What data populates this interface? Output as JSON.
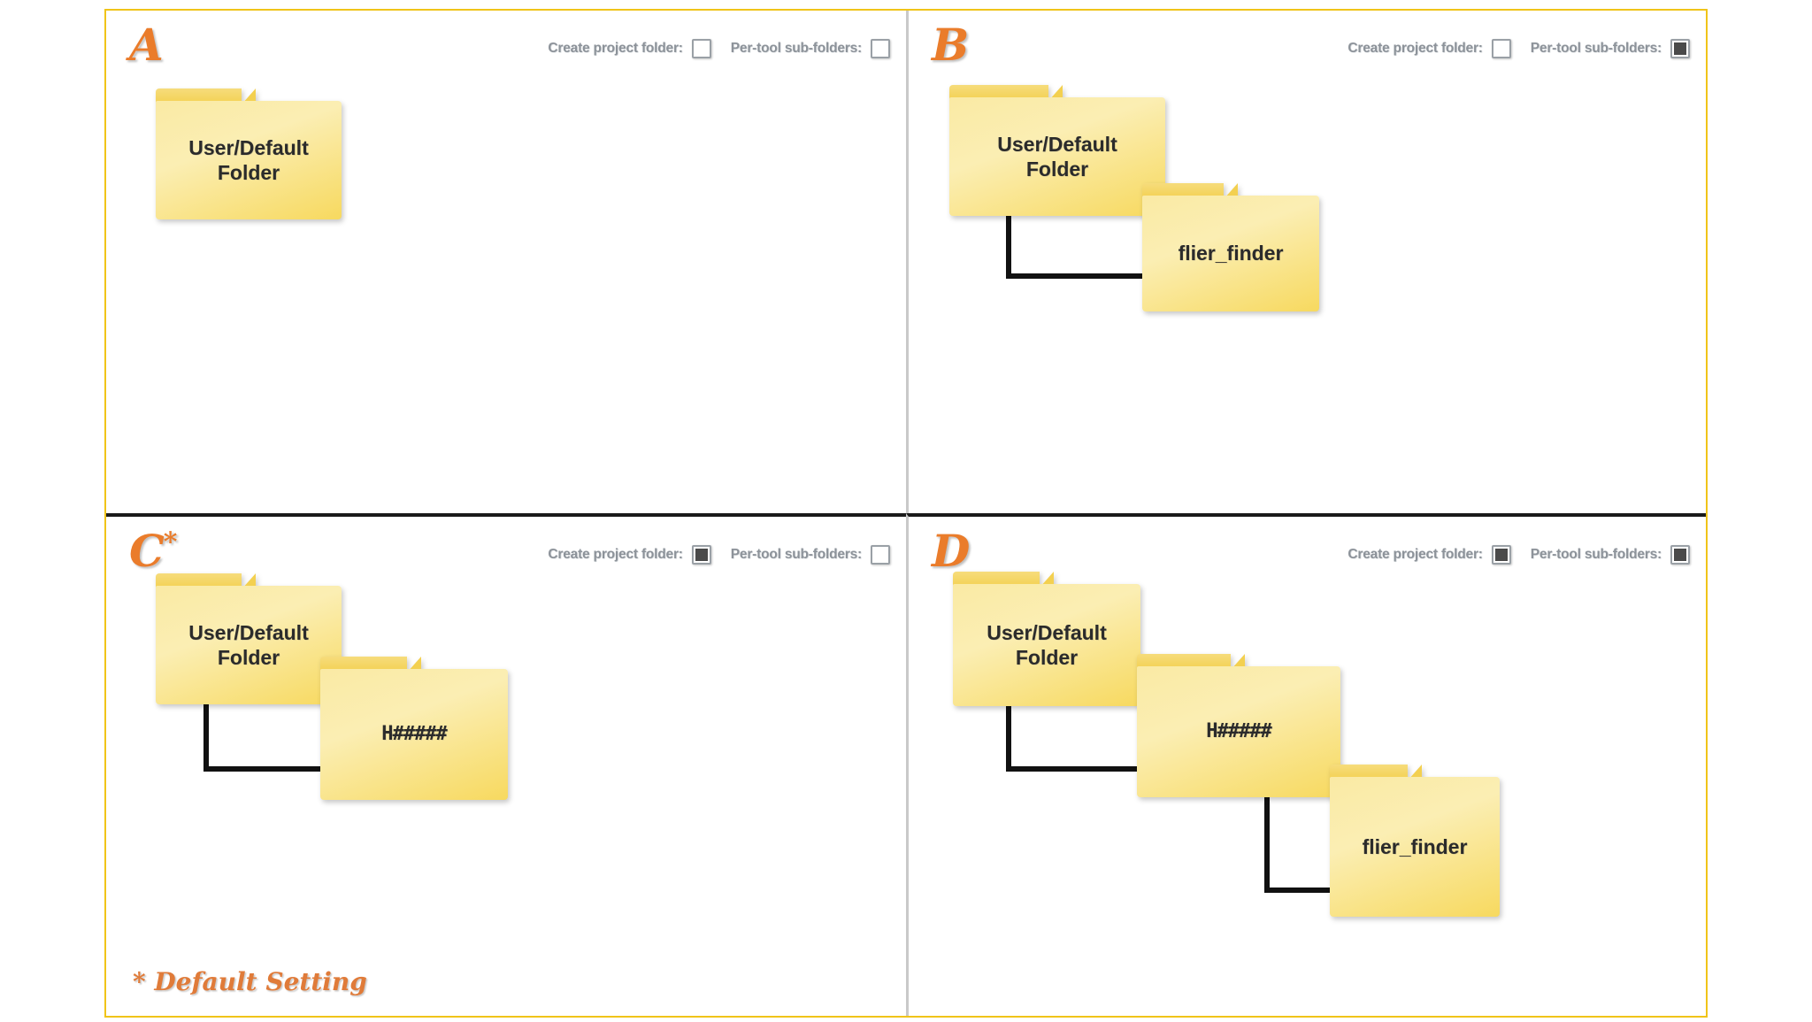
{
  "figure": {
    "border_color": "#f0c419",
    "divider_color_vertical": "#c9c9c9",
    "divider_color_horizontal": "#1a1a1a",
    "accent_color": "#ea7c2b",
    "folder_color": "#f7d95f",
    "label_color": "#8d939a"
  },
  "settings_labels": {
    "create_project_folder": "Create project folder:",
    "per_tool_sub_folders": "Per-tool sub-folders:"
  },
  "panels": [
    {
      "id": "a",
      "letter": "A",
      "star": "",
      "settings": {
        "create_project_folder": false,
        "per_tool_sub_folders": false
      },
      "folders": [
        {
          "name": "root",
          "label": "User/Default\nFolder",
          "line1": "User/Default",
          "line2": "Folder"
        }
      ]
    },
    {
      "id": "b",
      "letter": "B",
      "star": "",
      "settings": {
        "create_project_folder": false,
        "per_tool_sub_folders": true
      },
      "folders": [
        {
          "name": "root",
          "label": "User/Default\nFolder",
          "line1": "User/Default",
          "line2": "Folder"
        },
        {
          "name": "tool",
          "label": "flier_finder",
          "line1": "flier_finder",
          "line2": ""
        }
      ]
    },
    {
      "id": "c",
      "letter": "C",
      "star": "*",
      "settings": {
        "create_project_folder": true,
        "per_tool_sub_folders": false
      },
      "folders": [
        {
          "name": "root",
          "label": "User/Default\nFolder",
          "line1": "User/Default",
          "line2": "Folder"
        },
        {
          "name": "project",
          "label": "H#####",
          "line1": "H#####",
          "line2": ""
        }
      ]
    },
    {
      "id": "d",
      "letter": "D",
      "star": "",
      "settings": {
        "create_project_folder": true,
        "per_tool_sub_folders": true
      },
      "folders": [
        {
          "name": "root",
          "label": "User/Default\nFolder",
          "line1": "User/Default",
          "line2": "Folder"
        },
        {
          "name": "project",
          "label": "H#####",
          "line1": "H#####",
          "line2": ""
        },
        {
          "name": "tool",
          "label": "flier_finder",
          "line1": "flier_finder",
          "line2": ""
        }
      ]
    }
  ],
  "footnote": "* Default Setting"
}
